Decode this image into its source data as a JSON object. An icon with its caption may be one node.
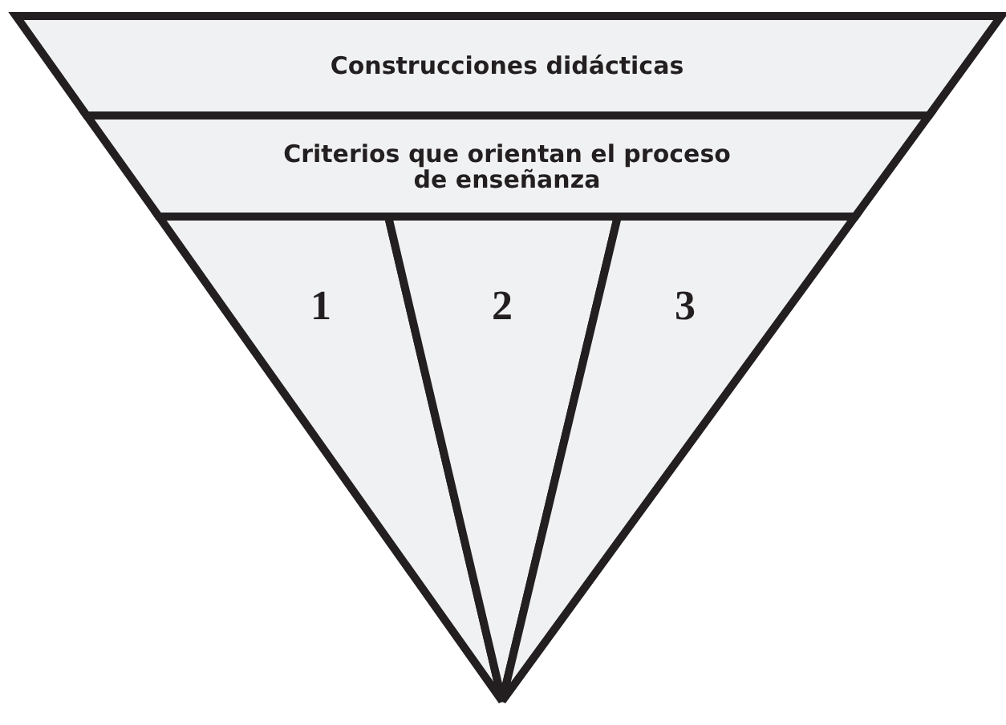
{
  "diagram": {
    "nodes": [
      {
        "text": [
          "Construcciones didácticas"
        ]
      },
      {
        "text": [
          "Criterios que orientan el proceso de enseñanza"
        ]
      },
      {
        "text": [
          "1"
        ]
      },
      {
        "text": [
          "2"
        ]
      },
      {
        "text": [
          "3"
        ]
      }
    ]
  }
}
